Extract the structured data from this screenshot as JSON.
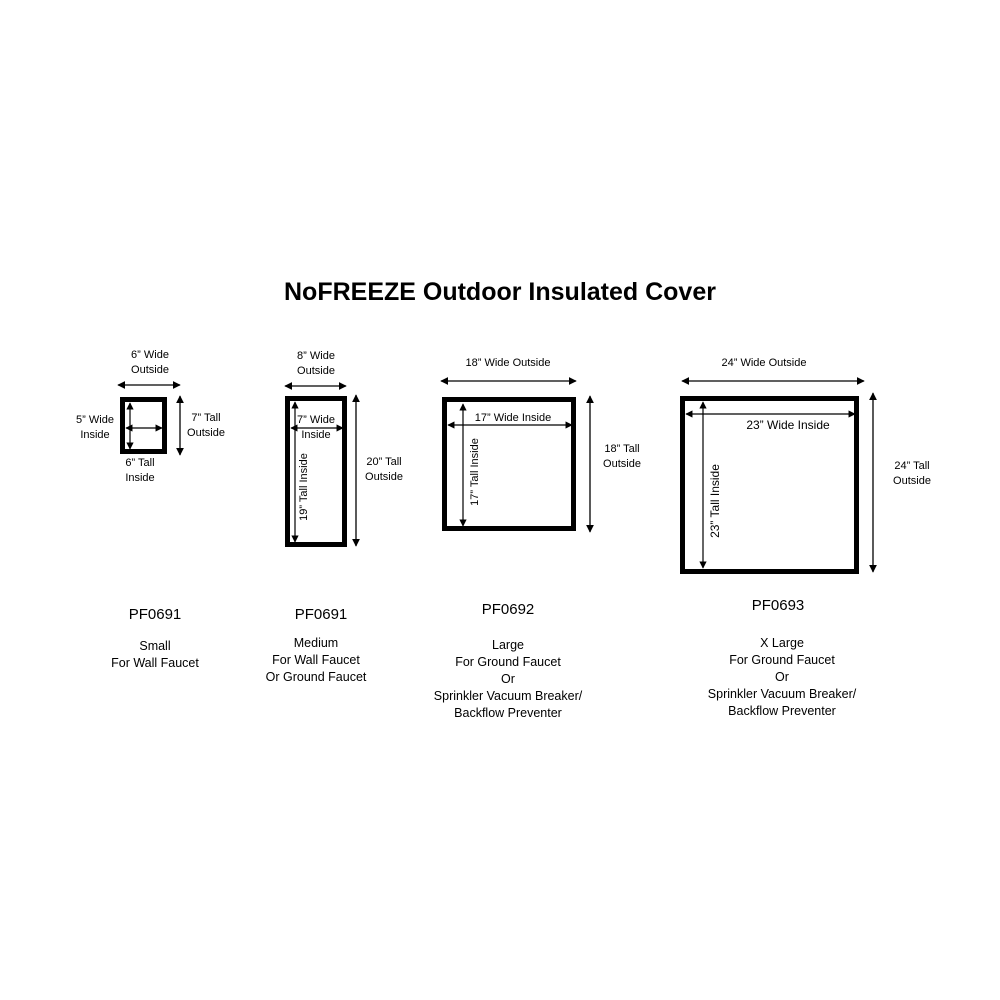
{
  "title": "NoFREEZE Outdoor Insulated Cover",
  "covers": [
    {
      "wide_outside": "6” Wide\nOutside",
      "tall_outside": "7” Tall\nOutside",
      "wide_inside": "5” Wide\nInside",
      "tall_inside": "6” Tall\nInside",
      "code": "PF0691",
      "description": [
        "Small",
        "For Wall Faucet"
      ]
    },
    {
      "wide_outside": "8” Wide\nOutside",
      "tall_outside": "20” Tall\nOutside",
      "wide_inside": "7” Wide\nInside",
      "tall_inside": "19” Tall Inside",
      "code": "PF0691",
      "description": [
        "Medium",
        "For Wall Faucet",
        "Or Ground Faucet"
      ]
    },
    {
      "wide_outside": "18” Wide Outside",
      "tall_outside": "18” Tall\nOutside",
      "wide_inside": "17” Wide Inside",
      "tall_inside": "17” Tall Inside",
      "code": "PF0692",
      "description": [
        "Large",
        "For Ground Faucet",
        "Or",
        "Sprinkler Vacuum Breaker/",
        "Backflow Preventer"
      ]
    },
    {
      "wide_outside": "24” Wide Outside",
      "tall_outside": "24” Tall\nOutside",
      "wide_inside": "23” Wide Inside",
      "tall_inside": "23” Tall Inside",
      "code": "PF0693",
      "description": [
        "X Large",
        "For Ground Faucet",
        "Or",
        "Sprinkler Vacuum Breaker/",
        "Backflow Preventer"
      ]
    }
  ]
}
